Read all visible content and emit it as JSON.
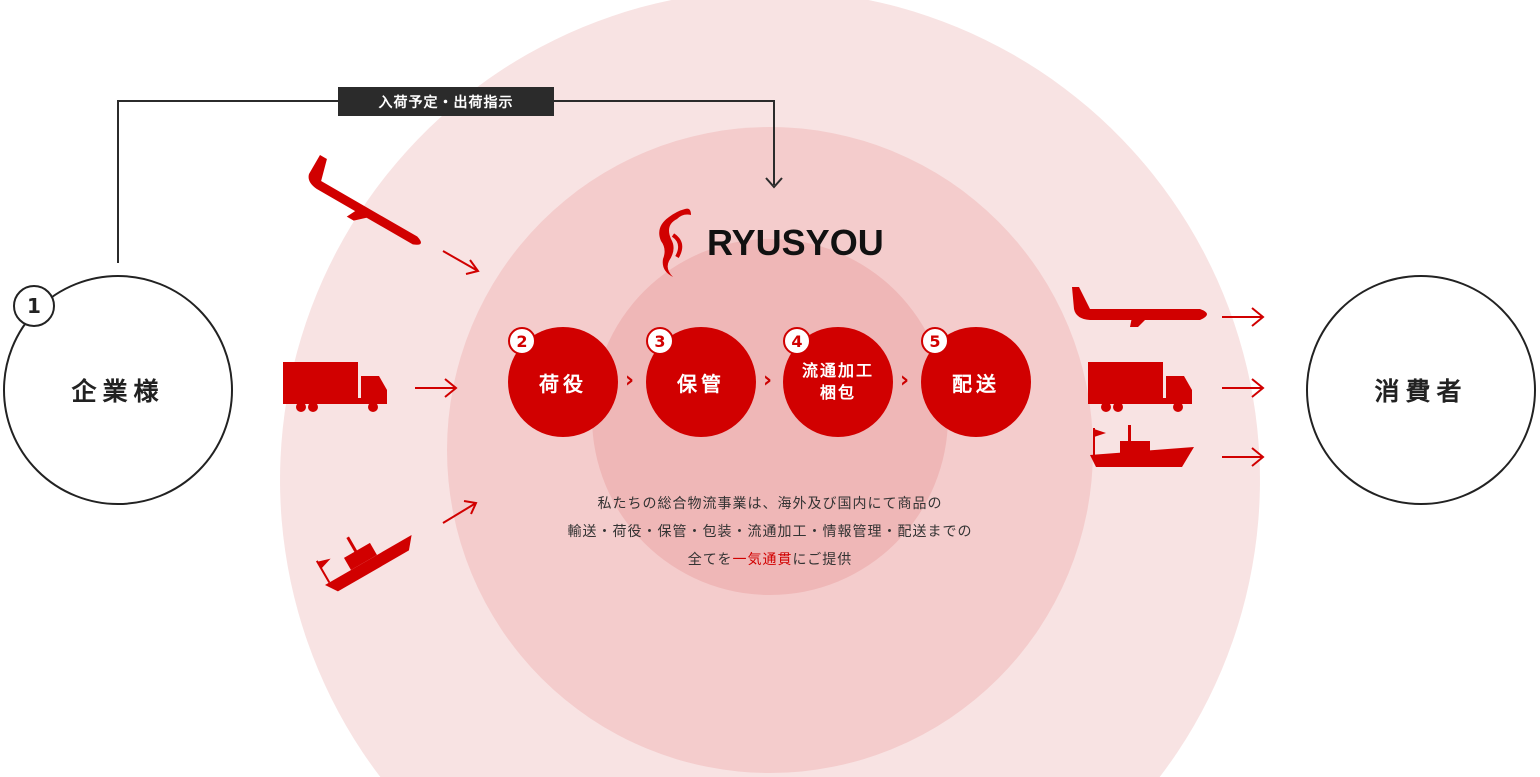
{
  "instruction_label": "入荷予定・出荷指示",
  "client": {
    "number": "1",
    "label": "企業様"
  },
  "consumer": {
    "label": "消費者"
  },
  "logo": {
    "text": "RYUSYOU"
  },
  "steps": [
    {
      "number": "2",
      "line1": "荷役",
      "line2": ""
    },
    {
      "number": "3",
      "line1": "保管",
      "line2": ""
    },
    {
      "number": "4",
      "line1": "流通加工",
      "line2": "梱包"
    },
    {
      "number": "5",
      "line1": "配送",
      "line2": ""
    }
  ],
  "description": {
    "line1": "私たちの総合物流事業は、海外及び国内にて商品の",
    "line2": "輸送・荷役・保管・包装・流通加工・情報管理・配送までの",
    "line3_pre": "全てを",
    "line3_highlight": "一気通貫",
    "line3_post": "にご提供"
  },
  "colors": {
    "accent": "#d10000",
    "ring_outer": "#f8e3e3",
    "ring_middle": "#f4cccc",
    "ring_inner": "#efb7b7",
    "dark": "#2b2b2b"
  }
}
